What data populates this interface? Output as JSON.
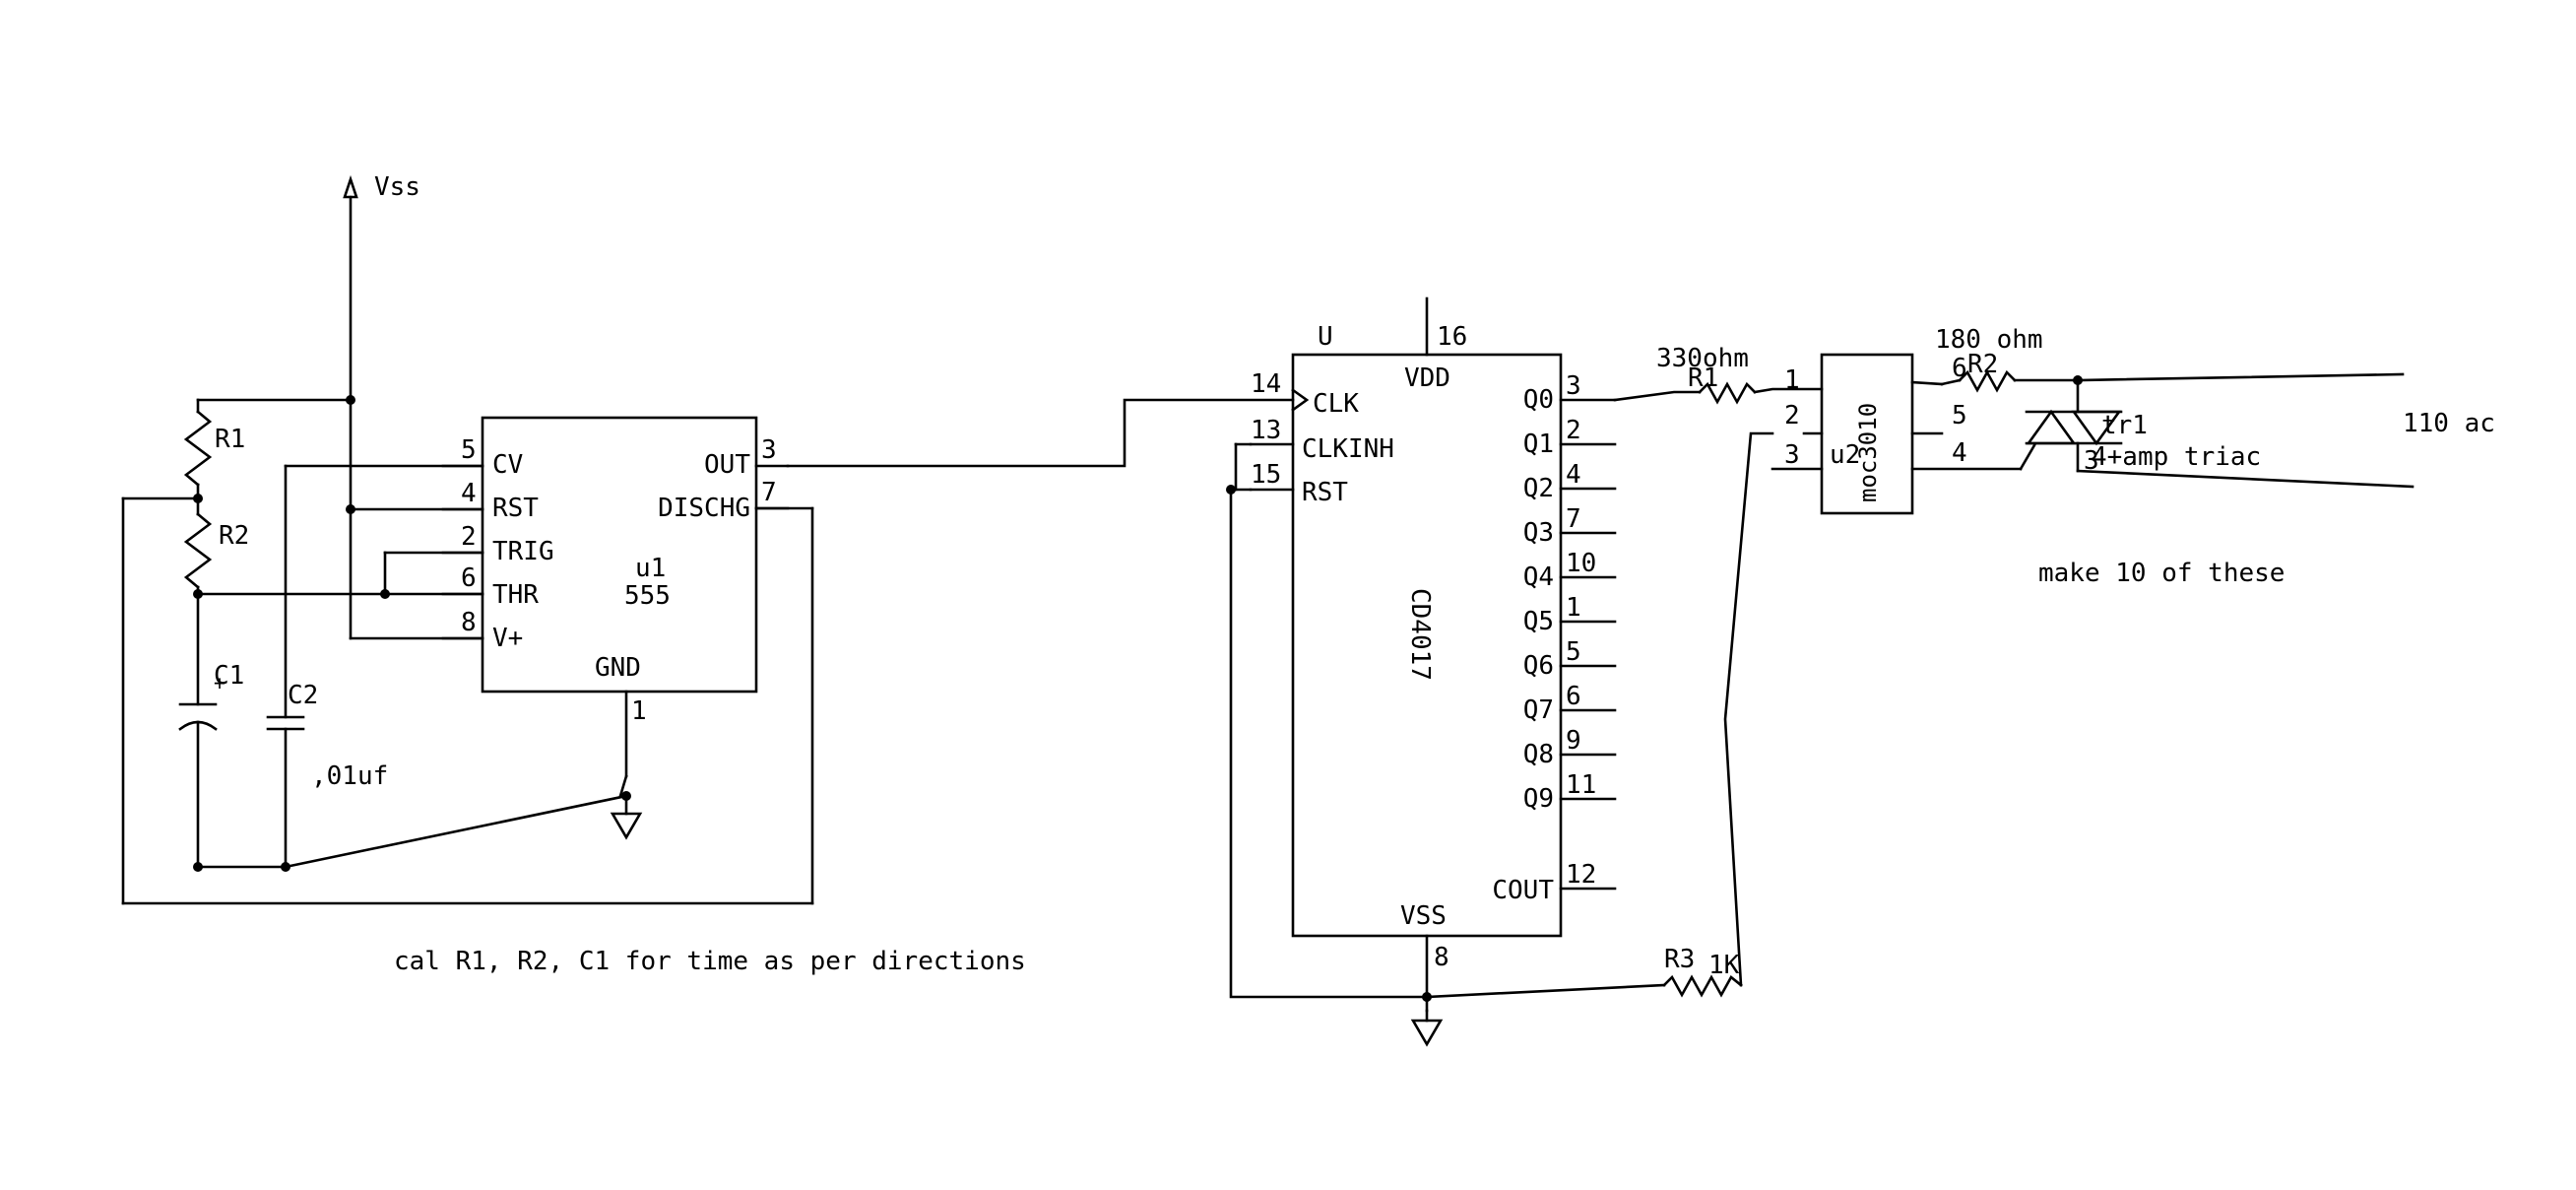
{
  "labels": {
    "vss": "Vss",
    "r1": "R1",
    "r2": "R2",
    "c1": "C1",
    "c1_plus": "+",
    "c2": "C2",
    "c2_value": ",01uf",
    "note_timing": "cal R1, R2, C1 for time as per directions",
    "make_ten": "make 10 of these",
    "ac_line": "110 ac",
    "r1b_ref": "R1",
    "r1b_value": "330ohm",
    "r2b_ref": "R2",
    "r2b_value": "180 ohm",
    "r3_ref": "R3",
    "r3_value": "1K",
    "triac_ref": "tr1",
    "triac_desc": "4+amp triac",
    "triac_pin": "3"
  },
  "ic555": {
    "ref": "u1",
    "part": "555",
    "pins": {
      "cv": "CV",
      "rst": "RST",
      "trig": "TRIG",
      "thr": "THR",
      "vplus": "V+",
      "out": "OUT",
      "dischg": "DISCHG",
      "gnd": "GND"
    },
    "pin_numbers": {
      "cv": "5",
      "rst": "4",
      "trig": "2",
      "thr": "6",
      "vplus": "8",
      "out": "3",
      "dischg": "7",
      "gnd": "1"
    }
  },
  "cd4017": {
    "ref": "U",
    "part": "CD4017",
    "pins": {
      "clk": "CLK",
      "clkinh": "CLKINH",
      "rst": "RST",
      "vdd": "VDD",
      "vss": "VSS",
      "q0": "Q0",
      "q1": "Q1",
      "q2": "Q2",
      "q3": "Q3",
      "q4": "Q4",
      "q5": "Q5",
      "q6": "Q6",
      "q7": "Q7",
      "q8": "Q8",
      "q9": "Q9",
      "cout": "COUT"
    },
    "pin_numbers": {
      "clk": "14",
      "clkinh": "13",
      "rst": "15",
      "vdd": "16",
      "vss": "8",
      "q0": "3",
      "q1": "2",
      "q2": "4",
      "q3": "7",
      "q4": "10",
      "q5": "1",
      "q6": "5",
      "q7": "6",
      "q8": "9",
      "q9": "11",
      "cout": "12"
    }
  },
  "moc3010": {
    "ref": "u2",
    "part": "moc3010",
    "pin_numbers": {
      "p1": "1",
      "p2": "2",
      "p3": "3",
      "p4": "4",
      "p5": "5",
      "p6": "6"
    }
  }
}
